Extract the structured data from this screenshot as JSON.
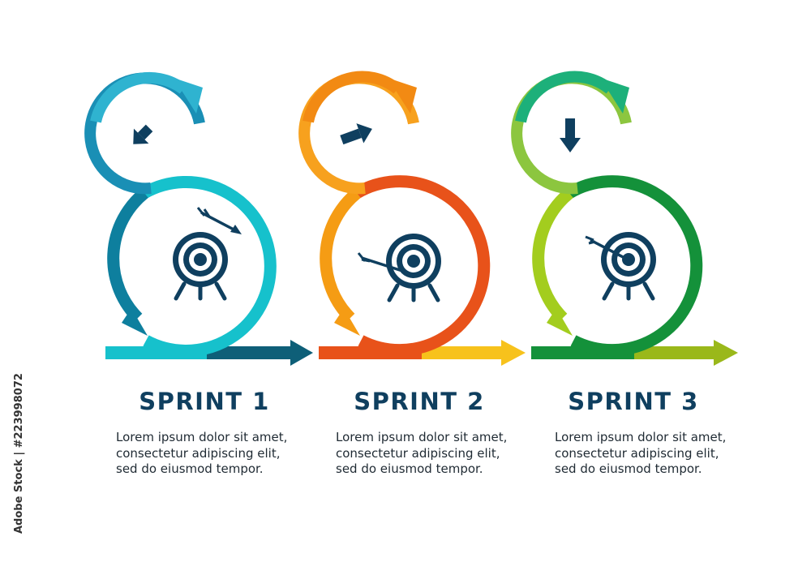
{
  "sprints": [
    {
      "title": "SPRINT 1",
      "text": "Lorem ipsum dolor sit amet, consectetur adipiscing elit, sed do eiusmod tempor.",
      "colors": {
        "small": "#1a8fb5",
        "small_light": "#2fb3d0",
        "big": "#16c1cc",
        "big_dark": "#0e7f9e",
        "arrow": "#0e5f78"
      },
      "small_icon": "arrow-down-left-icon",
      "target_icon": "target-arrow-above-icon"
    },
    {
      "title": "SPRINT 2",
      "text": "Lorem ipsum dolor sit amet, consectetur adipiscing elit, sed do eiusmod tempor.",
      "colors": {
        "small": "#f28a13",
        "small_light": "#f7a11e",
        "big": "#e8521a",
        "big_dark": "#f59c14",
        "arrow": "#f7c21c"
      },
      "small_icon": "arrow-right-icon",
      "target_icon": "target-arrow-left-icon"
    },
    {
      "title": "SPRINT 3",
      "text": "Lorem ipsum dolor sit amet, consectetur adipiscing elit, sed do eiusmod tempor.",
      "colors": {
        "small": "#1db07a",
        "small_light": "#8cc63f",
        "big": "#14913a",
        "big_dark": "#a3cd1e",
        "arrow": "#9ab81a"
      },
      "small_icon": "arrow-down-icon",
      "target_icon": "target-arrow-hit-icon"
    }
  ],
  "icon_color": "#0f3f5f",
  "side_stamp": "Adobe Stock | #223998072"
}
